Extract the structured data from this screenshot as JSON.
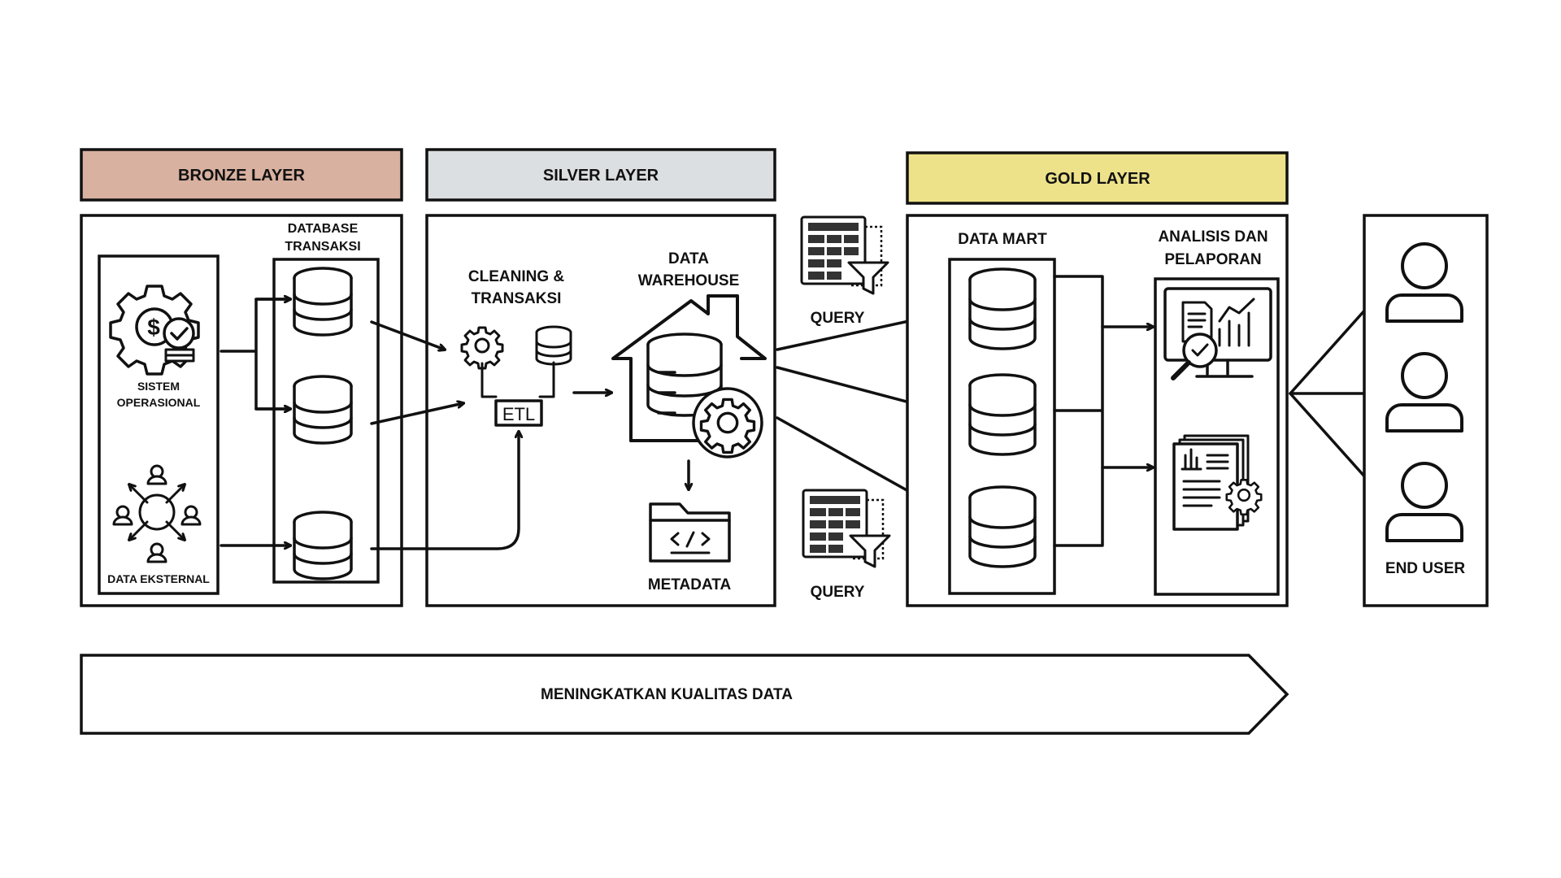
{
  "layers": {
    "bronze": {
      "title": "BRONZE LAYER",
      "color": "#d8b1a0"
    },
    "silver": {
      "title": "SILVER LAYER",
      "color": "#dcdfe1"
    },
    "gold": {
      "title": "GOLD LAYER",
      "color": "#ede28a"
    }
  },
  "bronze": {
    "sources": [
      {
        "label": "SISTEM",
        "label2": "OPERASIONAL",
        "icon": "gear-dollar-icon"
      },
      {
        "label": "DATA EKSTERNAL",
        "icon": "network-users-icon"
      }
    ],
    "database_title_1": "DATABASE",
    "database_title_2": "TRANSAKSI"
  },
  "silver": {
    "cleaning_1": "CLEANING &",
    "cleaning_2": "TRANSAKSI",
    "etl": "ETL",
    "warehouse_1": "DATA",
    "warehouse_2": "WAREHOUSE",
    "metadata": "METADATA"
  },
  "query": {
    "top": "QUERY",
    "bottom": "QUERY"
  },
  "gold": {
    "data_mart": "DATA MART",
    "analysis_1": "ANALISIS DAN",
    "analysis_2": "PELAPORAN"
  },
  "end_user": "END USER",
  "footer_arrow": "MENINGKATKAN KUALITAS DATA"
}
